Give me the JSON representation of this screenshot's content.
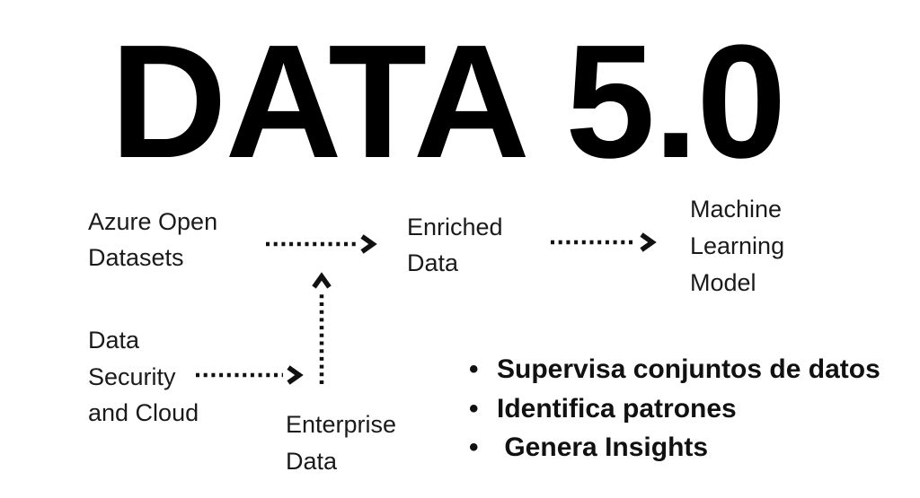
{
  "title": "DATA 5.0",
  "colors": {
    "background": "#ffffff",
    "title_text": "#000000",
    "body_text": "#1a1a1a",
    "arrow": "#111111"
  },
  "diagram": {
    "azure_open_datasets": {
      "lines": [
        "Azure Open",
        "Datasets"
      ]
    },
    "enriched_data": {
      "lines": [
        "Enriched",
        "Data"
      ]
    },
    "machine_learning_model": {
      "lines": [
        "Machine",
        "Learning",
        "Model"
      ]
    },
    "data_security_and_cloud": {
      "lines": [
        "Data",
        "Security",
        "and Cloud"
      ]
    },
    "enterprise_data": {
      "lines": [
        "Enterprise",
        "Data"
      ]
    },
    "arrows": [
      {
        "name": "azure-to-enriched",
        "style": "dotted",
        "direction": "right"
      },
      {
        "name": "enriched-to-ml-model",
        "style": "dotted",
        "direction": "right"
      },
      {
        "name": "security-toward-enterprise",
        "style": "dotted",
        "direction": "right"
      },
      {
        "name": "enterprise-up-to-flow",
        "style": "dotted",
        "direction": "up"
      }
    ]
  },
  "bullets": {
    "marker": "•",
    "items": [
      "Supervisa conjuntos de datos",
      "Identifica patrones",
      " Genera Insights"
    ]
  }
}
